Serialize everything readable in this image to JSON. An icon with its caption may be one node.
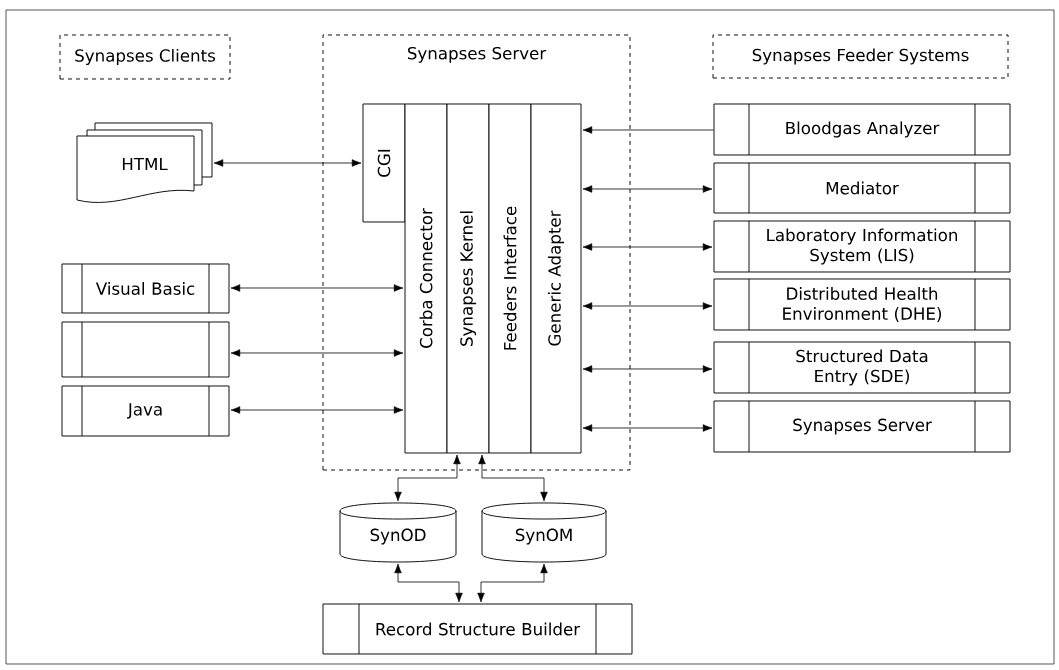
{
  "diagram": {
    "nodes": [
      {
        "text": [
          "Synapses Clients"
        ]
      },
      {
        "text": [
          "Synapses Server"
        ]
      },
      {
        "text": [
          "Synapses Feeder Systems"
        ]
      },
      {
        "text": [
          "HTML"
        ]
      },
      {
        "text": [
          "CGI"
        ],
        "in": 1
      },
      {
        "text": [
          "Corba Connector"
        ],
        "in": 1
      },
      {
        "text": [
          "Synapses Kernel"
        ],
        "in": 1
      },
      {
        "text": [
          "Feeders Interface"
        ],
        "in": 1
      },
      {
        "text": [
          "Generic Adapter"
        ],
        "in": 1
      },
      {
        "text": [
          "Visual Basic"
        ]
      },
      {
        "text": [],
        "shape": "box"
      },
      {
        "text": [
          "Java"
        ]
      },
      {
        "text": [
          "Bloodgas Analyzer"
        ]
      },
      {
        "text": [
          "Mediator"
        ]
      },
      {
        "text": [
          "Laboratory Information System (LIS)"
        ]
      },
      {
        "text": [
          "Distributed Health Environment (DHE)"
        ]
      },
      {
        "text": [
          "Structured Data Entry (SDE)"
        ]
      },
      {
        "text": [
          "Synapses Server"
        ]
      },
      {
        "text": [
          "SynOD"
        ]
      },
      {
        "text": [
          "SynOM"
        ]
      },
      {
        "text": [
          "Record Structure Builder"
        ]
      }
    ],
    "edges": [
      {
        "from": 3,
        "to": 4,
        "arrow": "both"
      },
      {
        "from": 9,
        "to": 5,
        "arrow": "both"
      },
      {
        "from": 10,
        "to": 5,
        "arrow": "both"
      },
      {
        "from": 11,
        "to": 5,
        "arrow": "both"
      },
      {
        "from": 12,
        "to": 8,
        "arrow": "to"
      },
      {
        "from": 13,
        "to": 8,
        "arrow": "both"
      },
      {
        "from": 14,
        "to": 8,
        "arrow": "both"
      },
      {
        "from": 15,
        "to": 8,
        "arrow": "both"
      },
      {
        "from": 16,
        "to": 8,
        "arrow": "both"
      },
      {
        "from": 17,
        "to": 8,
        "arrow": "both"
      },
      {
        "from": 18,
        "to": 6,
        "arrow": "both"
      },
      {
        "from": 19,
        "to": 6,
        "arrow": "both"
      },
      {
        "from": 18,
        "to": 20,
        "arrow": "both"
      },
      {
        "from": 19,
        "to": 20,
        "arrow": "both"
      }
    ]
  }
}
